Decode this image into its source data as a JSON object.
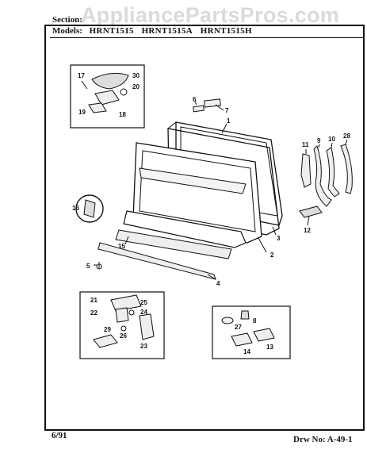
{
  "header": {
    "section_label": "Section:",
    "section_value": "",
    "models_label": "Models:",
    "models": [
      "HRNT1515",
      "HRNT1515A",
      "HRNT1515H"
    ]
  },
  "watermark": "AppliancePartsPros.com",
  "footer": {
    "date": "6/91",
    "drawing_number": "Drw No: A-49-1"
  },
  "callouts": [
    "1",
    "2",
    "3",
    "4",
    "5",
    "6",
    "7",
    "8",
    "9",
    "10",
    "11",
    "12",
    "13",
    "14",
    "15",
    "16",
    "17",
    "18",
    "19",
    "20",
    "21",
    "22",
    "23",
    "24",
    "25",
    "26",
    "27",
    "28",
    "29",
    "30"
  ]
}
